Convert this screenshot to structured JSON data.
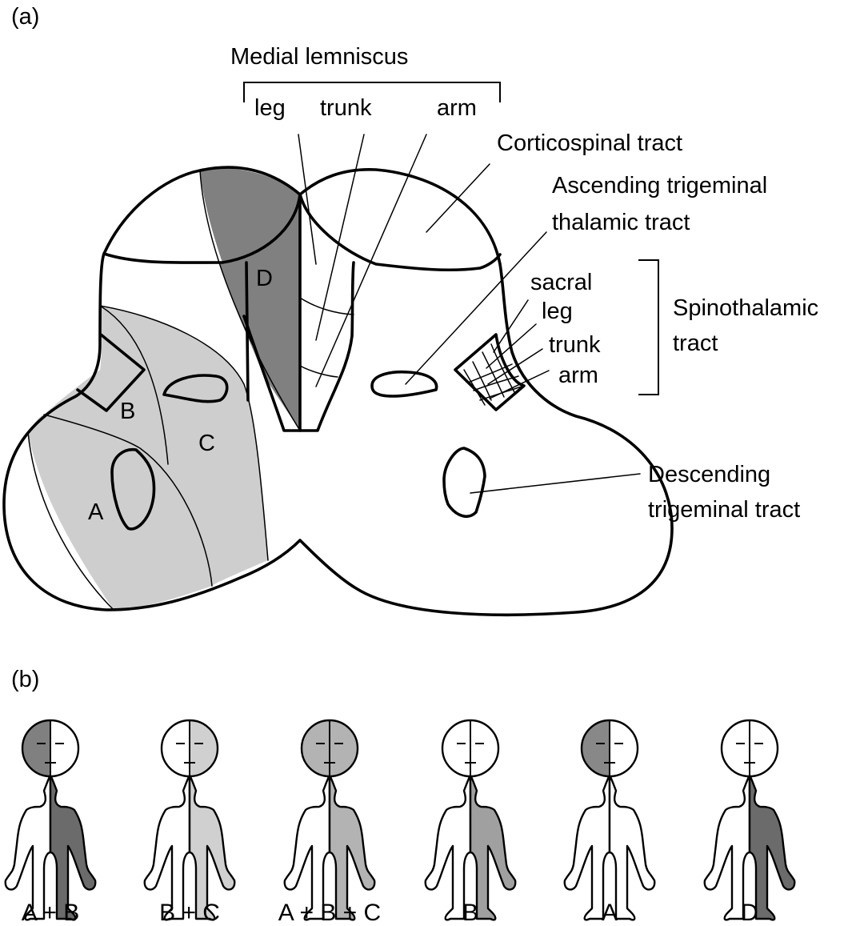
{
  "panels": {
    "a": {
      "label": "(a)"
    },
    "b": {
      "label": "(b)"
    }
  },
  "colors": {
    "dark_gray": "#808080",
    "light_gray": "#cecece",
    "figure_dark": "#6b6b6b",
    "figure_light": "#d0d0d0",
    "figure_mid": "#b3b3b3",
    "figure_medium": "#a0a0a0",
    "figure_head_a": "#888888",
    "outline": "#000000",
    "background": "#ffffff"
  },
  "diagram": {
    "medial_lemniscus": {
      "title": "Medial lemniscus",
      "parts": [
        "leg",
        "trunk",
        "arm"
      ]
    },
    "corticospinal": "Corticospinal tract",
    "ascending_trigeminal": [
      "Ascending trigeminal",
      "thalamic tract"
    ],
    "spinothalamic": {
      "title": [
        "Spinothalamic",
        "tract"
      ],
      "parts": [
        "sacral",
        "leg",
        "trunk",
        "arm"
      ]
    },
    "descending_trigeminal": [
      "Descending",
      "trigeminal tract"
    ],
    "regions": {
      "A": "A",
      "B": "B",
      "C": "C",
      "D": "D"
    }
  },
  "figures": [
    {
      "caption": "A + B",
      "head_left": "#808080",
      "head_right": "#ffffff",
      "body_right": "#6b6b6b"
    },
    {
      "caption": "B + C",
      "head_left": "#ffffff",
      "head_right": "#d0d0d0",
      "body_right": "#d0d0d0"
    },
    {
      "caption": "A + B + C",
      "head_left": "#b3b3b3",
      "head_right": "#b3b3b3",
      "body_right": "#b3b3b3"
    },
    {
      "caption": "B",
      "head_left": "#ffffff",
      "head_right": "#ffffff",
      "body_right": "#a0a0a0"
    },
    {
      "caption": "A",
      "head_left": "#888888",
      "head_right": "#ffffff",
      "body_right": "#ffffff"
    },
    {
      "caption": "D",
      "head_left": "#ffffff",
      "head_right": "#ffffff",
      "body_right": "#6b6b6b"
    }
  ]
}
